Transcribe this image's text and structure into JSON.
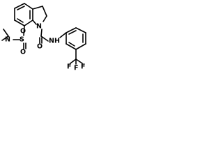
{
  "molecule": {
    "atoms": {
      "n_ring": "N",
      "n_dimethyl": "N",
      "s": "S",
      "o_upper": "O",
      "o_lower": "O",
      "o_carbonyl": "O",
      "nh": "NH",
      "f_left": "F",
      "f_mid": "F",
      "f_right": "F"
    }
  },
  "colors": {
    "ink": "#000000",
    "background": "#ffffff"
  }
}
